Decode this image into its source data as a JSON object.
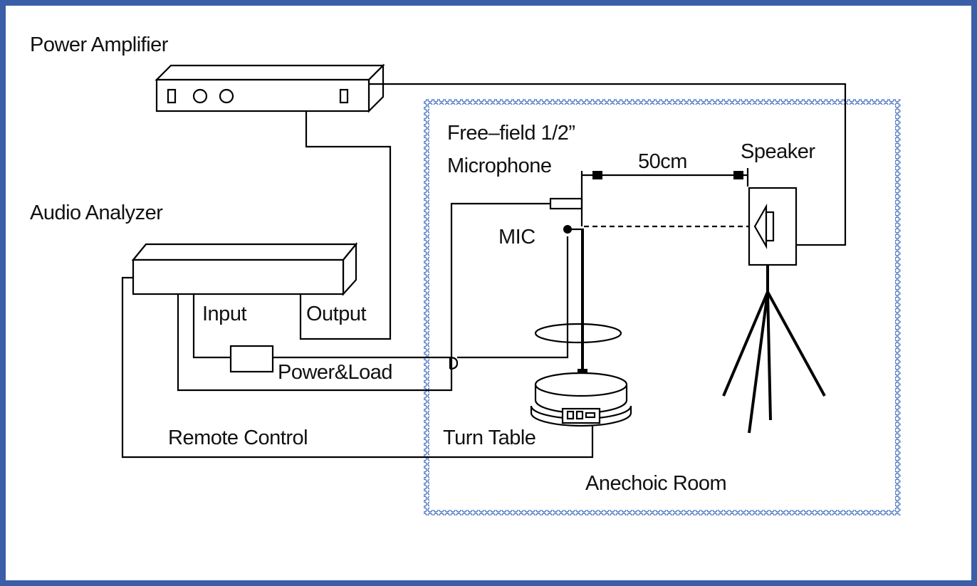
{
  "labels": {
    "power_amplifier": "Power Amplifier",
    "audio_analyzer": "Audio Analyzer",
    "input": "Input",
    "output": "Output",
    "power_load": "Power&Load",
    "remote_control": "Remote Control",
    "microphone_line1": "Free–field 1/2”",
    "microphone_line2": "Microphone",
    "distance": "50cm",
    "speaker": "Speaker",
    "mic": "MIC",
    "turn_table": "Turn Table",
    "anechoic_room": "Anechoic Room"
  },
  "colors": {
    "frame": "#3a5ea8",
    "room_border": "#4a73c0",
    "line": "#000000"
  }
}
